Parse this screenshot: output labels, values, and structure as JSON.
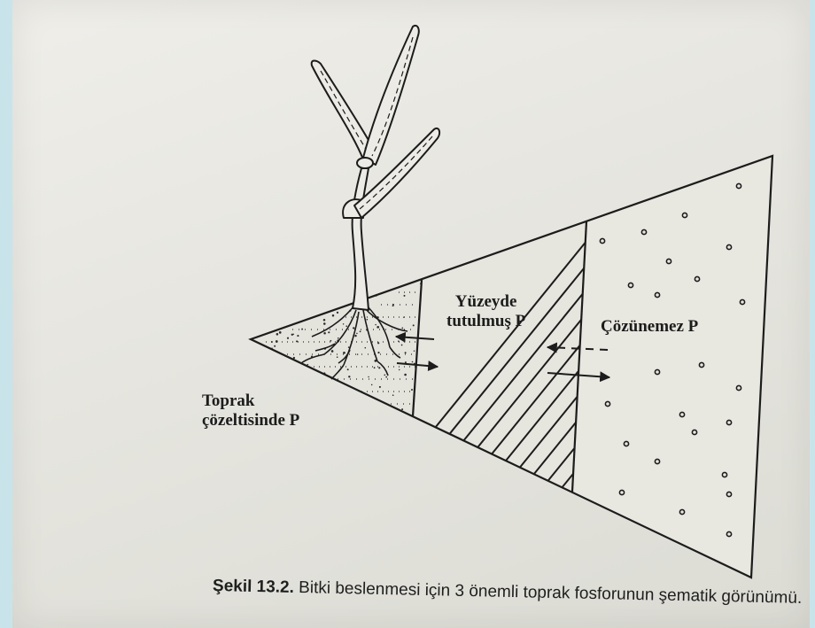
{
  "labels": {
    "soil_solution_line1": "Toprak",
    "soil_solution_line2": "çözeltisinde P",
    "adsorbed_line1": "Yüzeyde",
    "adsorbed_line2": "tutulmuş P",
    "insoluble": "Çözünemez P"
  },
  "caption": {
    "number": "Şekil 13.2.",
    "text": "Bitki beslenmesi için 3 önemli toprak fosforunun şematik görünümü."
  },
  "colors": {
    "ink": "#1c1c1c",
    "paper": "#e8e7e1",
    "frame": "#c9e3ea"
  }
}
